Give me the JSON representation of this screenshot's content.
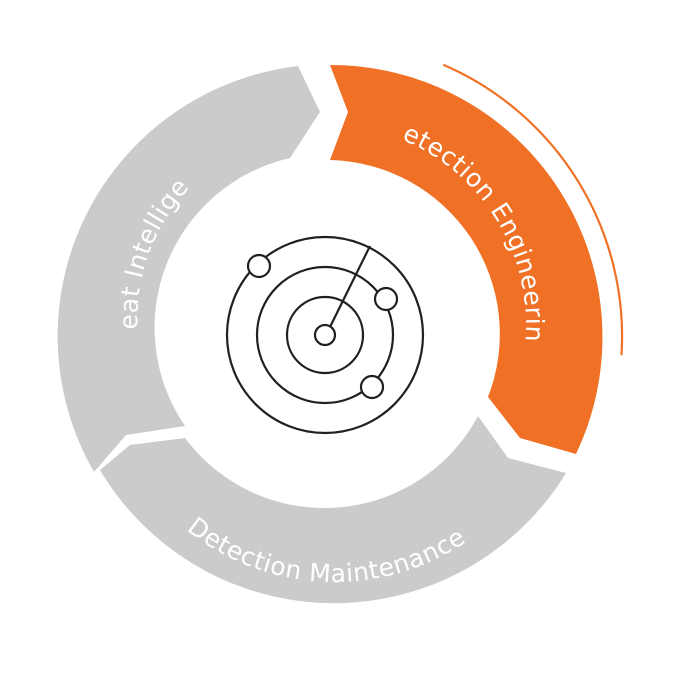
{
  "stages": [
    {
      "label": "Threat Intelligence",
      "color": "#c9cbcd",
      "active": false
    },
    {
      "label": "Detection Engineering",
      "color": "#f07125",
      "active": true
    },
    {
      "label": "Detection Maintenance",
      "color": "#c9cbcd",
      "active": false
    }
  ],
  "colors": {
    "accent": "#f07125",
    "inactive": "#c9cbcd",
    "icon": "#231f20",
    "label_text": "#ffffff"
  },
  "center_icon": "radar-icon"
}
